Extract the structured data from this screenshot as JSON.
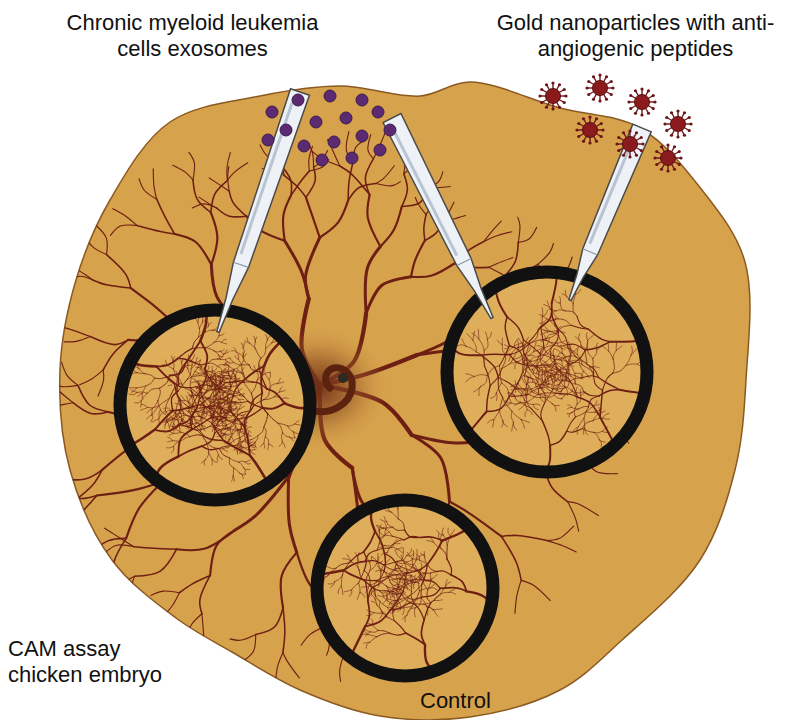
{
  "diagram": {
    "labels": [
      "Chronic myeloid leukemia cells exosomes",
      "Gold nanoparticles with anti-angiogenic peptides",
      "CAM assay chicken embryo",
      "Control"
    ]
  }
}
